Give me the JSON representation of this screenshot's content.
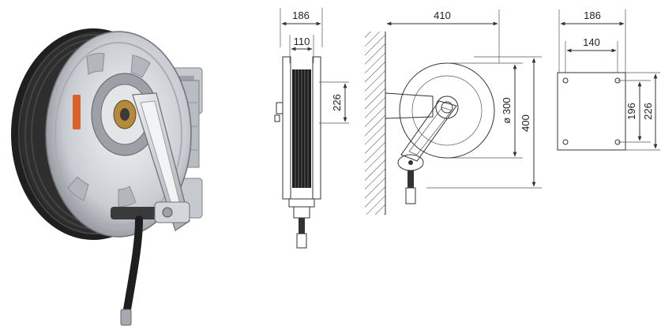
{
  "dimensions": {
    "side_view": {
      "overall_width": "186",
      "drum_width": "110",
      "mount_height": "226"
    },
    "front_view": {
      "depth": "410",
      "drum_diameter": "ø 300",
      "height": "400"
    },
    "bracket_view": {
      "plate_width": "186",
      "hole_spacing_x": "140",
      "hole_spacing_y": "196",
      "plate_height": "226"
    }
  },
  "colors": {
    "drum_steel": "#d7dade",
    "hose": "#2a2a2a",
    "accent": "#d9622b",
    "line": "#333333"
  },
  "icons": [
    "hose-reel-photo",
    "side-view-drawing",
    "front-view-drawing",
    "bracket-view-drawing"
  ]
}
